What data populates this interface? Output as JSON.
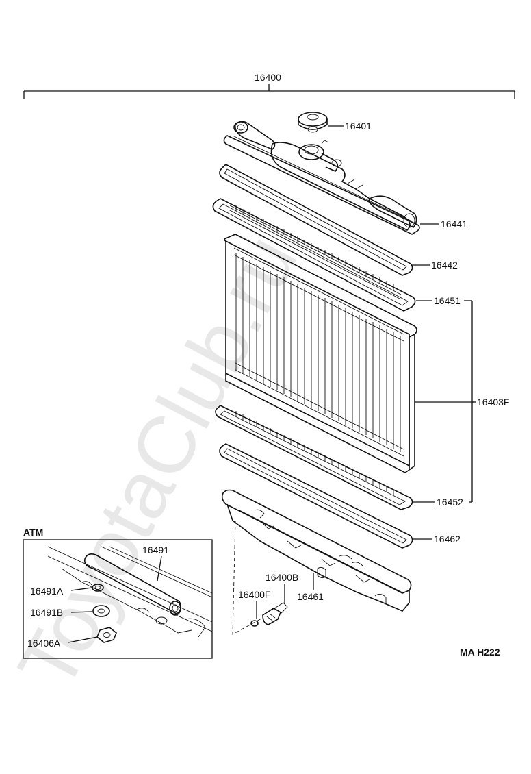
{
  "watermark": "ToyotaClub.ru",
  "assembly_label": "16400",
  "figure_code": "MA H222",
  "inset": {
    "title": "ATM"
  },
  "parts": {
    "cap": "16401",
    "upper_tank": "16441",
    "upper_gasket": "16442",
    "upper_plate": "16451",
    "core": "16403F",
    "lower_plate": "16452",
    "lower_gasket": "16462",
    "lower_tank": "16461",
    "drain_cock": "16400B",
    "drain_oring": "16400F",
    "oil_cooler_pipe": "16491",
    "washer_a": "16491A",
    "washer_b": "16491B",
    "nut": "16406A"
  }
}
